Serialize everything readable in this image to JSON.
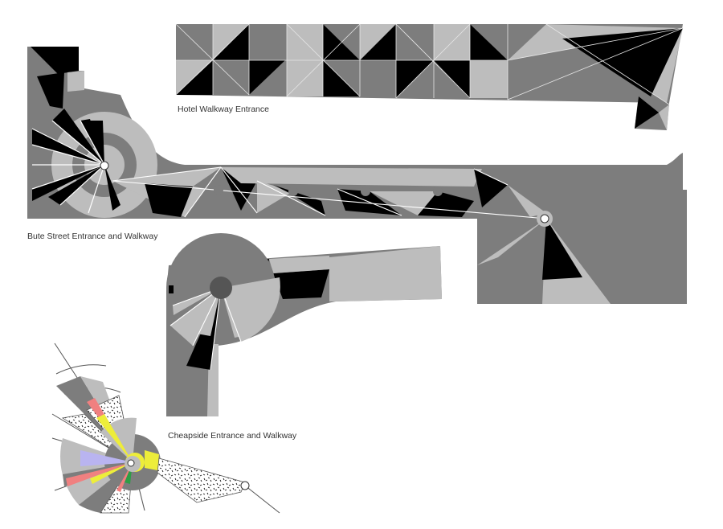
{
  "captions": {
    "hotel": "Hotel Walkway Entrance",
    "bute": "Bute Street Entrance and Walkway",
    "cheapside": "Cheapside Entrance and Walkway"
  },
  "colors": {
    "dark_grey": "#7d7d7d",
    "light_grey": "#bdbdbd",
    "black": "#000000",
    "white": "#ffffff",
    "accent_pink": "#f08080",
    "accent_yellow": "#eded3a",
    "accent_lavender": "#b9b4f0",
    "accent_green": "#2e9e46"
  }
}
